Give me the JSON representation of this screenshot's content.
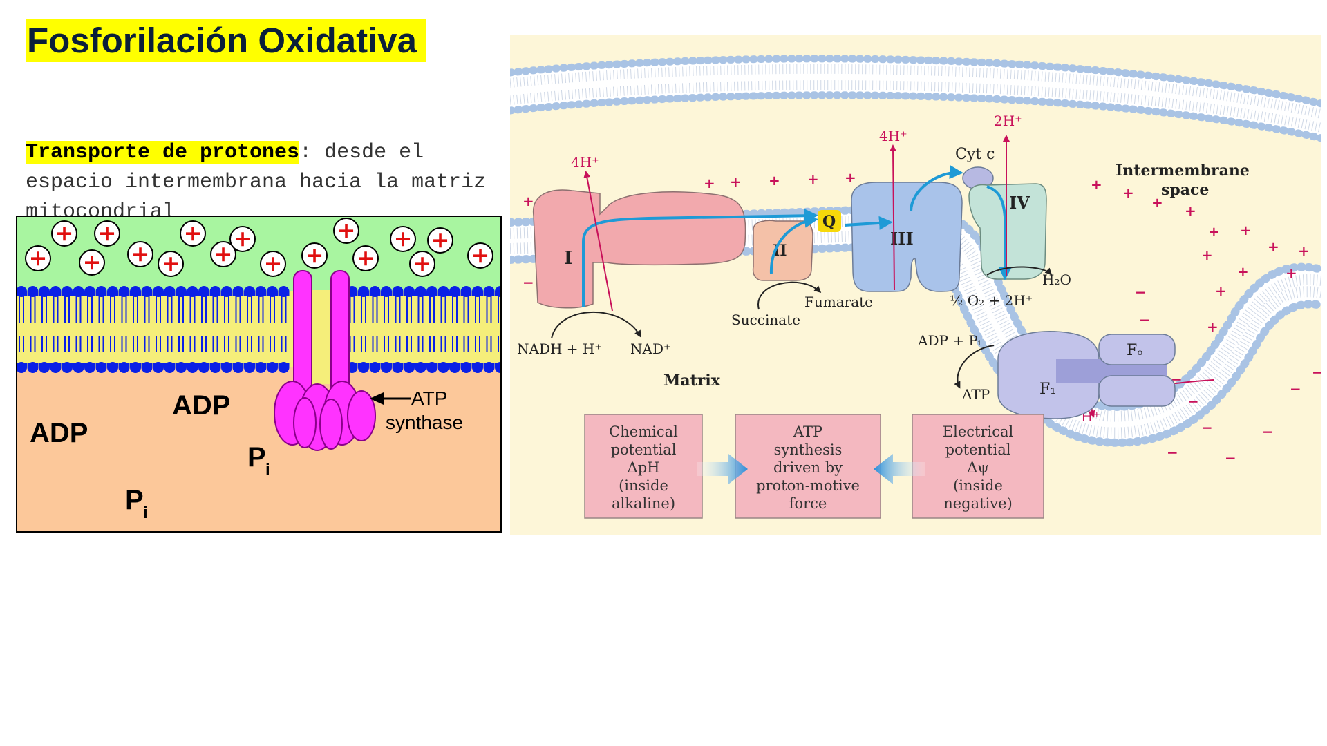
{
  "title": "Fosforilación Oxidativa",
  "paragraph": {
    "highlight": "Transporte de protones",
    "rest": ": desde el espacio intermembrana hacia la matriz mitocondrial"
  },
  "left_figure": {
    "labels": {
      "adp_a": "ADP",
      "adp_b": "ADP",
      "pi_a": "P",
      "pi_a_sub": "i",
      "pi_b": "P",
      "pi_b_sub": "i",
      "atp": "ATP",
      "synthase": "synthase"
    },
    "proton_symbol": "+",
    "colors": {
      "intermembrane": "#a8f5a0",
      "matrix": "#fcc89a",
      "lipid_head": "#0a20e6",
      "lipid_tail": "#f5ee7a",
      "synthase": "#ff33ff",
      "proton_sign": "#e01010"
    }
  },
  "right_figure": {
    "labels": {
      "complex_1": "I",
      "complex_2": "II",
      "complex_3": "III",
      "complex_4": "IV",
      "q": "Q",
      "cyt_c": "Cyt c",
      "h_4_a": "4H⁺",
      "h_4_b": "4H⁺",
      "h_2": "2H⁺",
      "h_atp": "H⁺",
      "intermembrane_1": "Intermembrane",
      "intermembrane_2": "space",
      "nadh": "NADH + H⁺",
      "nad": "NAD⁺",
      "succinate": "Succinate",
      "fumarate": "Fumarate",
      "oxygen": "½ O₂ + 2H⁺",
      "water": "H₂O",
      "matrix": "Matrix",
      "adp_pi": "ADP + Pᵢ",
      "atp": "ATP",
      "fo": "Fₒ",
      "f1": "F₁"
    },
    "boxes": [
      {
        "lines": [
          "Chemical",
          "potential",
          "ΔpH",
          "(inside",
          "alkaline)"
        ]
      },
      {
        "lines": [
          "ATP",
          "synthesis",
          "driven by",
          "proton-motive",
          "force"
        ]
      },
      {
        "lines": [
          "Electrical",
          "potential",
          "Δψ",
          "(inside",
          "negative)"
        ]
      }
    ],
    "colors": {
      "background": "#fdf6d8",
      "complex_1": "#f2a9ad",
      "complex_2": "#f4c1a8",
      "complex_3": "#a9c3ea",
      "complex_4": "#c3e3d8",
      "q_badge": "#f6d80a",
      "electron_path": "#1e9ad6",
      "proton_arrow": "#c8115a",
      "box_fill": "#f4b8c0",
      "membrane_head": "#a9c3e4"
    }
  }
}
